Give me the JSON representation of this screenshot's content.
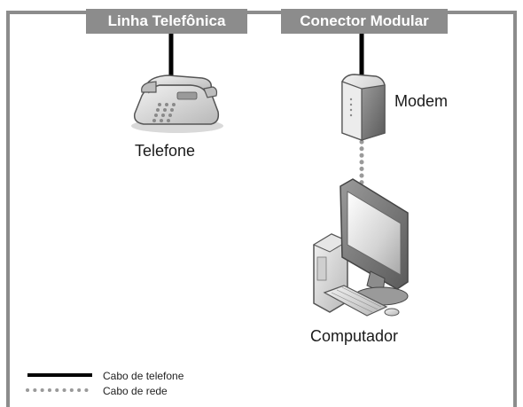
{
  "tabs": {
    "phone_line": "Linha Telefônica",
    "modular_connector": "Conector Modular"
  },
  "devices": {
    "phone": "Telefone",
    "modem": "Modem",
    "computer": "Computador"
  },
  "legend": {
    "phone_cable": "Cabo de telefone",
    "network_cable": "Cabo de rede"
  },
  "colors": {
    "frame": "#8c8c8c",
    "phone_cable": "#000000",
    "network_cable": "#9a9a9a"
  },
  "icons": [
    "telephone-icon",
    "modem-icon",
    "computer-icon"
  ]
}
